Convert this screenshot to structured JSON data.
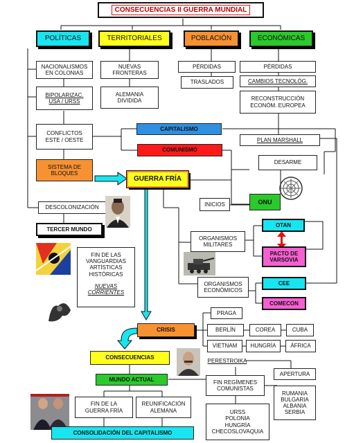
{
  "title": "CONSECUENCIAS II GUERRA MUNDIAL",
  "colors": {
    "cyan": "#18e5f0",
    "yellow": "#ffff1c",
    "orange": "#f79232",
    "green": "#2bc92b",
    "blue": "#2f8fe0",
    "red": "#ff1a1a",
    "pink": "#f55fd2",
    "title_border": "#d01010"
  },
  "categories": {
    "politicas": "POLÍTICAS",
    "territoriales": "TERRITORIALES",
    "poblacion": "POBLACIÓN",
    "economicas": "ECONÓMICAS"
  },
  "politicas": {
    "nacionalismos": "NACIONALISMOS\nEN COLONIAS",
    "bipolarizacion": "BIPOLARIZAC.\nUSA / URSS",
    "conflictos": "CONFLICTOS\nESTE / OESTE",
    "sistema_bloques": "SISTEMA DE\nBLOQUES",
    "descolonizacion": "DESCOLONIZACIÓN",
    "tercer_mundo": "TERCER MUNDO"
  },
  "territoriales": {
    "nuevas_fronteras": "NUEVAS\nFRONTERAS",
    "alemania_dividida": "ALEMANIA\nDIVIDIDA"
  },
  "poblacion": {
    "perdidas": "PÉRDIDAS",
    "traslados": "TRASLADOS"
  },
  "economicas": {
    "perdidas": "PÉRDIDAS",
    "cambios": "CAMBIOS TECNOLÓG.",
    "reconstruccion": "RECONSTRUCCIÓN\nECONÓM. EUROPEA",
    "plan_marshall": "PLAN MARSHALL"
  },
  "center": {
    "capitalismo": "CAPITALISMO",
    "comunismo": "COMUNISMO",
    "guerra_fria": "GUERRA FRÍA",
    "desarme": "DESARME",
    "inicios": "INICIOS",
    "onu": "ONU",
    "vanguardias": "FIN DE LAS\nVANGUARDIAS\nARTÍSTICAS\nHISTÓRICAS",
    "nuevas_corrientes": "NUEVAS\nCORRIENTES",
    "org_militares": "ORGANISMOS\nMILITARES",
    "otan": "OTAN",
    "pacto_varsovia": "PACTO DE\nVARSOVIA",
    "org_economicos": "ORGANISMOS\nECONÓMICOS",
    "cee": "CEE",
    "comecon": "COMECON"
  },
  "crisis": {
    "crisis": "CRISIS",
    "praga": "PRAGA",
    "berlin": "BERLÍN",
    "corea": "COREA",
    "cuba": "CUBA",
    "vietnam": "VIETNAM",
    "hungria": "HUNGRÍA",
    "africa": "ÁFRICA"
  },
  "bottom": {
    "consecuencias": "CONSECUENCIAS",
    "perestroika": "PERESTROIKA",
    "apertura": "APERTURA",
    "mundo_actual": "MUNDO ACTUAL",
    "fin_regimenes": "FIN REGÍMENES\nCOMUNISTAS",
    "rumania": "RUMANIA\nBULGARIA\nALBANIA\nSERBIA",
    "fin_guerra_fria": "FIN DE LA\nGUERRA FRÍA",
    "reunificacion": "REUNIFICACIÓN\nALEMANA",
    "urss": "URSS\nPOLONIA\nHUNGRÍA\nCHECOSLOVAQUIA",
    "consolidacion": "CONSOLIDACIÓN DEL CAPITALISMO"
  }
}
